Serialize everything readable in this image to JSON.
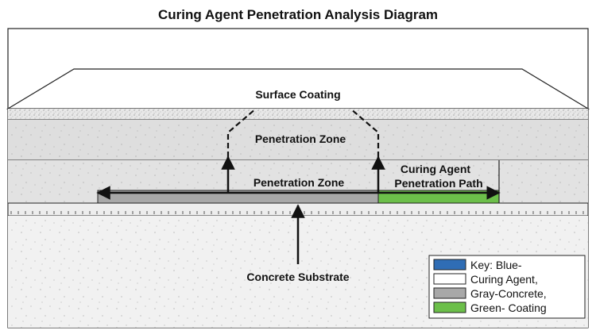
{
  "title": "Curing Agent Penetration Analysis Diagram",
  "labels": {
    "surface_coating": "Surface Coating",
    "penetration_zone_upper": "Penetration Zone",
    "penetration_zone_lower": "Penetration Zone",
    "curing_agent_path_line1": "Curing Agent",
    "curing_agent_path_line2": "Penetration Path",
    "concrete_substrate": "Concrete Substrate"
  },
  "legend": {
    "items": [
      {
        "color": "#2f6db5",
        "text": "Key: Blue-"
      },
      {
        "color": "#ffffff",
        "text": "Curing Agent,"
      },
      {
        "color": "#a8a8a8",
        "text": "Gray-Concrete,"
      },
      {
        "color": "#6cbf4a",
        "text": "Green- Coating"
      }
    ]
  },
  "colors": {
    "concrete": "#dcdcdc",
    "coating_band": "#e6e6e6",
    "path_bar": "#a8a8a8",
    "path_green": "#6cbf4a",
    "line": "#111111"
  }
}
